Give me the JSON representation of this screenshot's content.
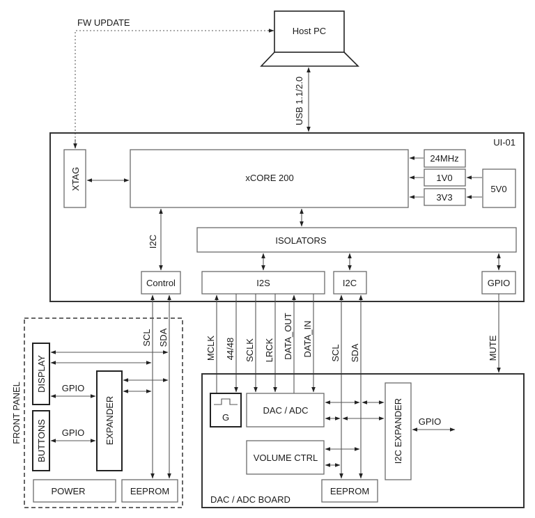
{
  "title": "UI-01 system block diagram",
  "host": {
    "label": "Host PC",
    "usb_label": "USB 1.1/2.0",
    "fw_update_label": "FW UPDATE"
  },
  "main_board": {
    "label": "UI-01",
    "xtag": "XTAG",
    "xcore": "xCORE 200",
    "clock": "24MHz",
    "v1": "1V0",
    "v3": "3V3",
    "v5": "5V0",
    "isolators": "ISOLATORS",
    "i2c_bus_label": "I2C",
    "control": "Control",
    "i2s": "I2S",
    "i2c": "I2C",
    "gpio": "GPIO"
  },
  "signals": {
    "mclk": "MCLK",
    "fs": "44/48",
    "sclk": "SCLK",
    "lrck": "LRCK",
    "data_out": "DATA_OUT",
    "data_in": "DATA_IN",
    "scl": "SCL",
    "sda": "SDA",
    "mute": "MUTE",
    "fp_scl": "SCL",
    "fp_sda": "SDA"
  },
  "front_panel": {
    "label": "FRONT PANEL",
    "display": "DISPLAY",
    "buttons": "BUTTONS",
    "expander": "EXPANDER",
    "gpio1": "GPIO",
    "gpio2": "GPIO",
    "power": "POWER",
    "eeprom": "EEPROM"
  },
  "dac_board": {
    "label": "DAC / ADC BOARD",
    "gen": "G",
    "dac_adc": "DAC / ADC",
    "volume": "VOLUME CTRL",
    "eeprom": "EEPROM",
    "i2c_expander": "I2C EXPANDER",
    "gpio": "GPIO"
  }
}
